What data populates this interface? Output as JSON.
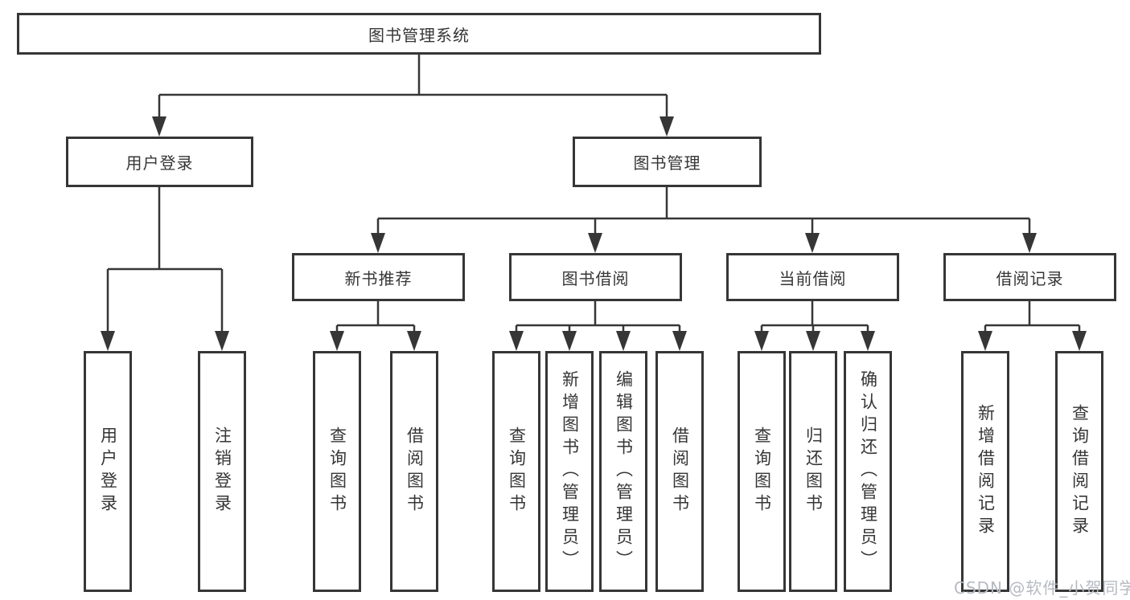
{
  "diagram_title": "图书管理系统",
  "tree": {
    "label": "图书管理系统",
    "children": [
      {
        "label": "用户登录",
        "children": [
          {
            "label": "用户登录"
          },
          {
            "label": "注销登录"
          }
        ]
      },
      {
        "label": "图书管理",
        "children": [
          {
            "label": "新书推荐",
            "children": [
              {
                "label": "查询图书"
              },
              {
                "label": "借阅图书"
              }
            ]
          },
          {
            "label": "图书借阅",
            "children": [
              {
                "label": "查询图书"
              },
              {
                "label": "新增图书（管理员）"
              },
              {
                "label": "编辑图书（管理员）"
              },
              {
                "label": "借阅图书"
              }
            ]
          },
          {
            "label": "当前借阅",
            "children": [
              {
                "label": "查询图书"
              },
              {
                "label": "归还图书"
              },
              {
                "label": "确认归还（管理员）"
              }
            ]
          },
          {
            "label": "借阅记录",
            "children": [
              {
                "label": "新增借阅记录"
              },
              {
                "label": "查询借阅记录"
              }
            ]
          }
        ]
      }
    ]
  },
  "watermark": {
    "text": "CSDN @软件_小贺同学"
  },
  "colors": {
    "line": "#363636",
    "box_border": "#363636",
    "text": "#363636",
    "background": "#ffffff",
    "watermark": "#b6bac1"
  }
}
